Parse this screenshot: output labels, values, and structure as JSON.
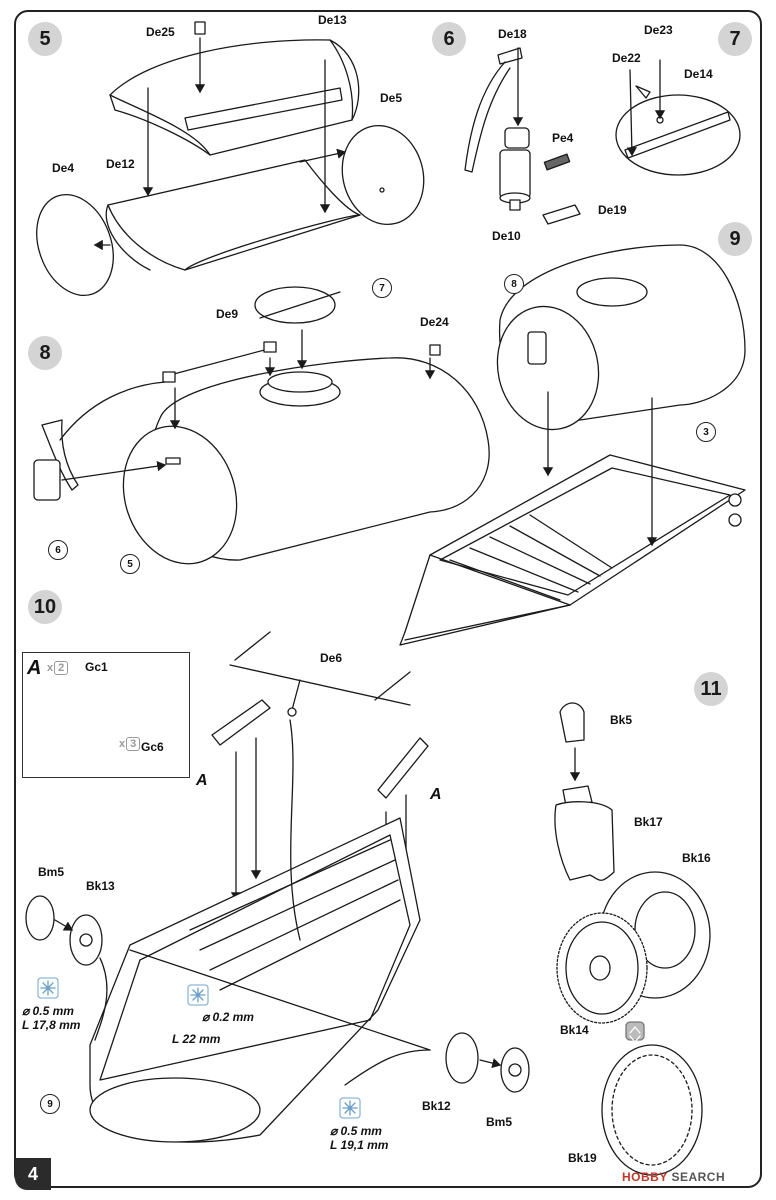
{
  "steps": [
    "5",
    "6",
    "7",
    "8",
    "9",
    "10",
    "11"
  ],
  "parts": {
    "de25": "De25",
    "de13": "De13",
    "de5": "De5",
    "de4": "De4",
    "de12": "De12",
    "de18": "De18",
    "pe4": "Pe4",
    "de19": "De19",
    "de10": "De10",
    "de23": "De23",
    "de22": "De22",
    "de14": "De14",
    "de9": "De9",
    "de24": "De24",
    "de6": "De6",
    "gc1": "Gc1",
    "gc6": "Gc6",
    "bm5": "Bm5",
    "bk13": "Bk13",
    "bk12": "Bk12",
    "bk5": "Bk5",
    "bk17": "Bk17",
    "bk16": "Bk16",
    "bk14": "Bk14",
    "bk19": "Bk19"
  },
  "callouts": {
    "c7": "7",
    "c8": "8",
    "c6": "6",
    "c5": "5",
    "c3": "3",
    "c9": "9"
  },
  "subassembly": {
    "letter": "A",
    "qty_gc1": "2",
    "qty_gc6": "3",
    "x": "x"
  },
  "notes": {
    "wire1_d": "⌀ 0.5 mm",
    "wire1_l": "L 17,8 mm",
    "wire2_d": "⌀ 0.2 mm",
    "wire2_l": "L 22 mm",
    "wire3_d": "⌀ 0.5 mm",
    "wire3_l": "L 19,1 mm"
  },
  "page_number": "4",
  "watermark": {
    "brand": "HOBBY",
    "suffix": " SEARCH"
  }
}
